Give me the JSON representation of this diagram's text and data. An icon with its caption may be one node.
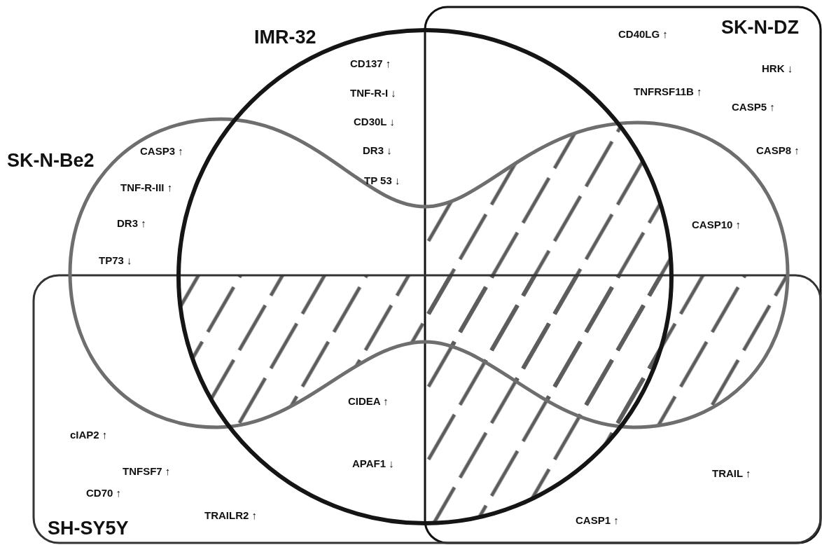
{
  "diagram": {
    "nodes": [
      {
        "text": [
          "SK-N-DZ"
        ]
      },
      {
        "text": [
          "SH-SY5Y"
        ]
      },
      {
        "text": [
          "SK-N-Be2"
        ]
      },
      {
        "text": [
          "IMR-32"
        ]
      }
    ],
    "labels": [
      "CD40LG ↑",
      "CD137 ↑",
      "HRK ↓",
      "TNFRSF11B ↑",
      "TNF-R-I ↓",
      "CASP5 ↑",
      "CD30L ↓",
      "DR3 ↓",
      "CASP3 ↑",
      "CASP8 ↑",
      "TP 53 ↓",
      "TNF-R-III ↑",
      "DR3 ↑",
      "CASP10 ↑",
      "TP73 ↓",
      "CIDEA ↑",
      "cIAP2 ↑",
      "APAF1 ↓",
      "TNFSF7 ↑",
      "TRAIL ↑",
      "CD70 ↑",
      "TRAILR2 ↑",
      "CASP1 ↑"
    ]
  }
}
